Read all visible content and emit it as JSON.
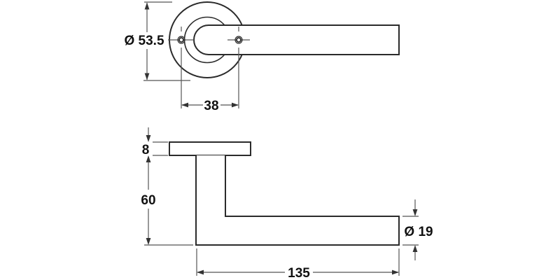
{
  "drawing": {
    "name": "lever-handle-technical-drawing",
    "colors": {
      "background": "#ffffff",
      "outline": "#2b2b2b",
      "dimension_lines": "#555555",
      "text": "#111111"
    },
    "front_view": {
      "rose_diameter_label": "Ø 53.5",
      "screw_hole_spacing_label": "38"
    },
    "side_view": {
      "rose_thickness_label": "8",
      "handle_height_label": "60",
      "lever_diameter_label": "Ø 19",
      "lever_length_label": "135"
    }
  }
}
